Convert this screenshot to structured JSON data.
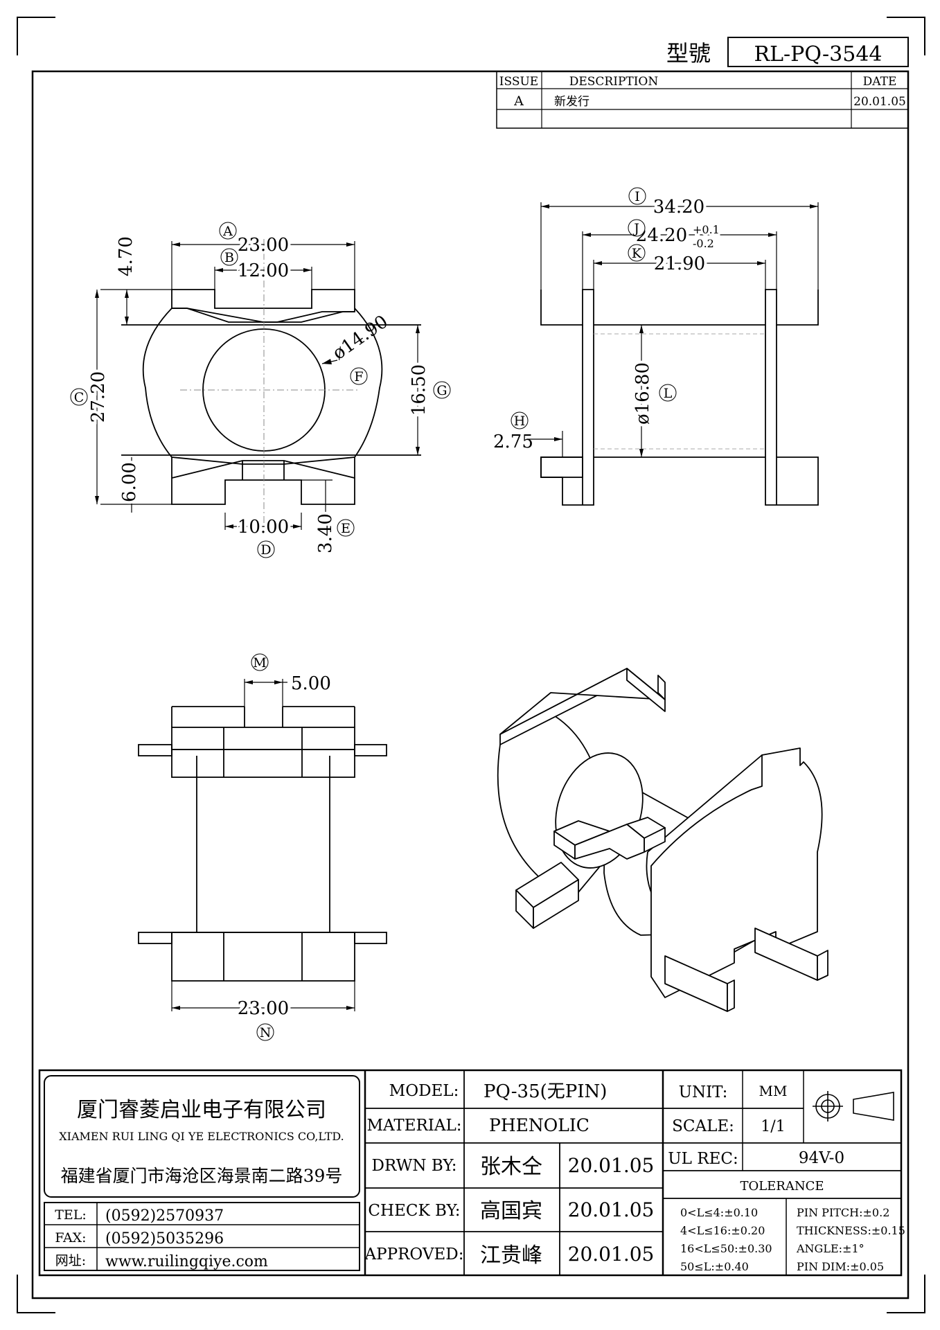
{
  "header": {
    "model_label": "型號",
    "model_no": "RL-PQ-3544"
  },
  "revision": {
    "headers": [
      "ISSUE",
      "DESCRIPTION",
      "DATE"
    ],
    "rows": [
      [
        "A",
        "新发行",
        "20.01.05"
      ]
    ]
  },
  "dims": {
    "A": "A",
    "A_val": "23.00",
    "B": "B",
    "B_val": "12.00",
    "C": "C",
    "C_val": "27.20",
    "D": "D",
    "D_val": "10.00",
    "E": "E",
    "E_val": "3.40",
    "F": "F",
    "F_val": "ø14.90",
    "G": "G",
    "G_val": "16.50",
    "top_val": "4.70",
    "bottom_val": "6.00",
    "H": "H",
    "H_val": "2.75",
    "I": "I",
    "I_val": "34.20",
    "J": "J",
    "J_val": "24.20",
    "J_tol_plus": "+0.1",
    "J_tol_minus": "-0.2",
    "K": "K",
    "K_val": "21.90",
    "L": "L",
    "L_val": "ø16.80",
    "M": "M",
    "M_val": "5.00",
    "N": "N",
    "N_val": "23.00"
  },
  "company": {
    "name_cn": "厦门睿菱启业电子有限公司",
    "name_en": "XIAMEN RUI LING QI YE ELECTRONICS CO,LTD.",
    "address": "福建省厦门市海沧区海景南二路39号",
    "tel_label": "TEL:",
    "tel": "(0592)2570937",
    "fax_label": "FAX:",
    "fax": "(0592)5035296",
    "web_label": "网址:",
    "web": "www.ruilingqiye.com"
  },
  "title_block": {
    "model_label": "MODEL:",
    "model": "PQ-35(无PIN)",
    "material_label": "MATERIAL:",
    "material": "PHENOLIC",
    "drawn_label": "DRWN BY:",
    "drawn_by": "张木仝",
    "drawn_date": "20.01.05",
    "check_label": "CHECK BY:",
    "check_by": "高国宾",
    "check_date": "20.01.05",
    "approved_label": "APPROVED:",
    "approved_by": "江贵峰",
    "approved_date": "20.01.05",
    "unit_label": "UNIT:",
    "unit": "MM",
    "scale_label": "SCALE:",
    "scale": "1/1",
    "ul_label": "UL REC:",
    "ul": "94V-0",
    "tolerance_label": "TOLERANCE",
    "tol_1": "0<L≤4:±0.10",
    "tol_2": "4<L≤16:±0.20",
    "tol_3": "16<L≤50:±0.30",
    "tol_4": "50≤L:±0.40",
    "pin_pitch": "PIN PITCH:±0.2",
    "thickness": "THICKNESS:±0.15",
    "angle": "ANGLE:±1°",
    "pin_dim": "PIN DIM:±0.05"
  }
}
